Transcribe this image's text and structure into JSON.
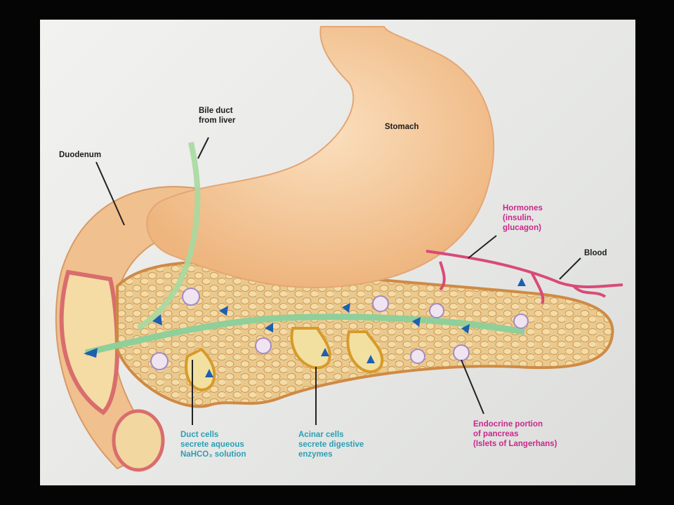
{
  "diagram": {
    "labels": {
      "bile_duct": "Bile duct\nfrom liver",
      "duodenum": "Duodenum",
      "stomach": "Stomach",
      "hormones": "Hormones\n(insulin,\nglucagon)",
      "blood": "Blood",
      "endocrine": "Endocrine portion\nof pancreas\n(Islets of Langerhans)",
      "duct_cells": "Duct cells\nsecrete aqueous\nNaHCO₃ solution",
      "acinar_cells": "Acinar cells\nsecrete digestive\nenzymes"
    },
    "colors": {
      "stomach": "#f4c79a",
      "pancreas": "#e0a060",
      "duct": "#8fcf9a",
      "arrows": "#1d5fb0",
      "blood_vessel": "#d84a7a",
      "hormone_label": "#c8288a",
      "cell_label": "#2a9fb5"
    }
  }
}
